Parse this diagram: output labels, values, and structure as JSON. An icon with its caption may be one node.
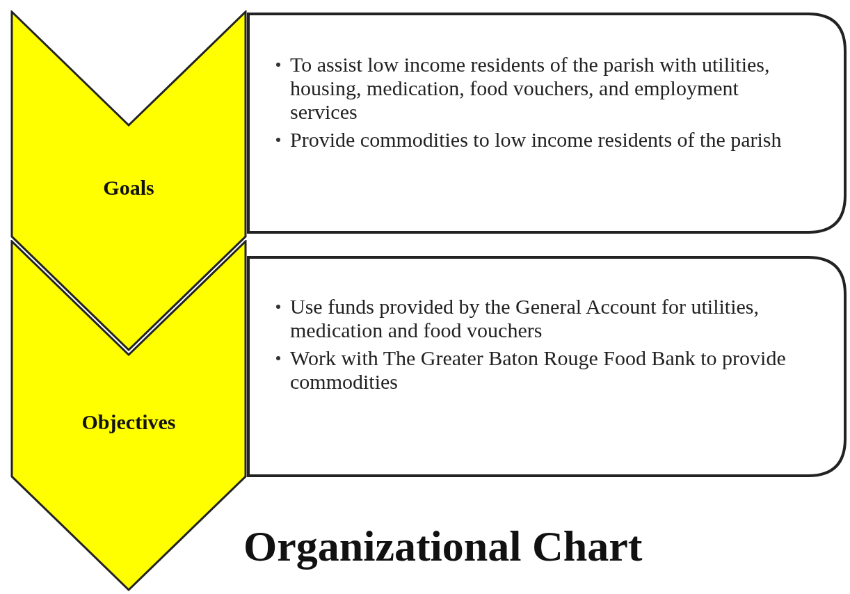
{
  "diagram": {
    "title": "Organizational Chart",
    "nodes": [
      {
        "text": [
          "Goals"
        ]
      },
      {
        "text": [
          "To assist low income residents of the parish with utilities, housing, medication, food vouchers, and employment services",
          "Provide commodities to low income residents of the parish"
        ]
      },
      {
        "text": [
          "Objectives"
        ]
      },
      {
        "text": [
          "Use funds provided by the General Account for utilities, medication and food vouchers",
          "Work with The Greater Baton Rouge Food Bank to provide commodities"
        ]
      }
    ]
  }
}
